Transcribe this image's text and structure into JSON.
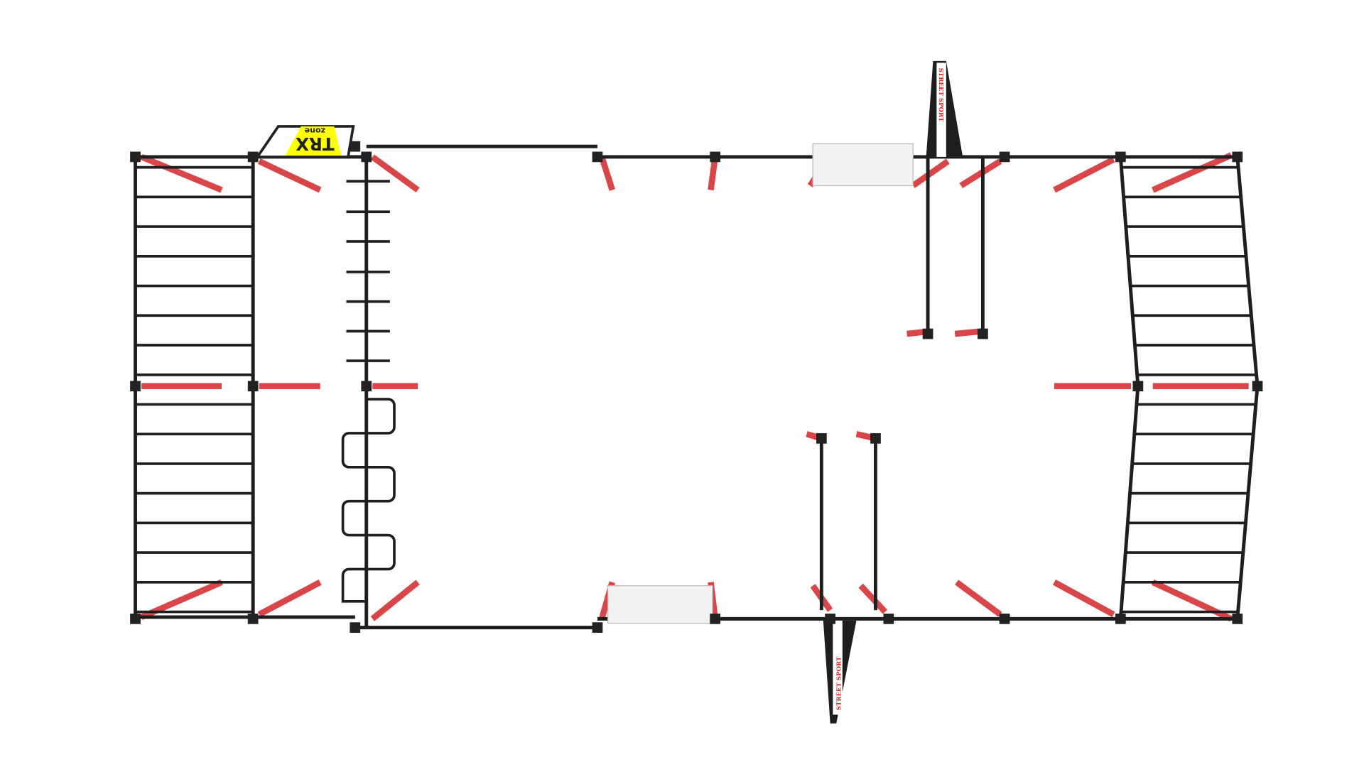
{
  "scene": {
    "trx_sign": {
      "brand": "TRX",
      "sub": "zone",
      "color": "#ffff00"
    },
    "banners": [
      {
        "text": "STREET SPORT"
      },
      {
        "text": "STREET SPORT"
      }
    ],
    "colors": {
      "frame": "#1e1e1e",
      "beam": "#d9464a",
      "bench": "#e8e8e8",
      "text_red": "#e0201a"
    }
  }
}
